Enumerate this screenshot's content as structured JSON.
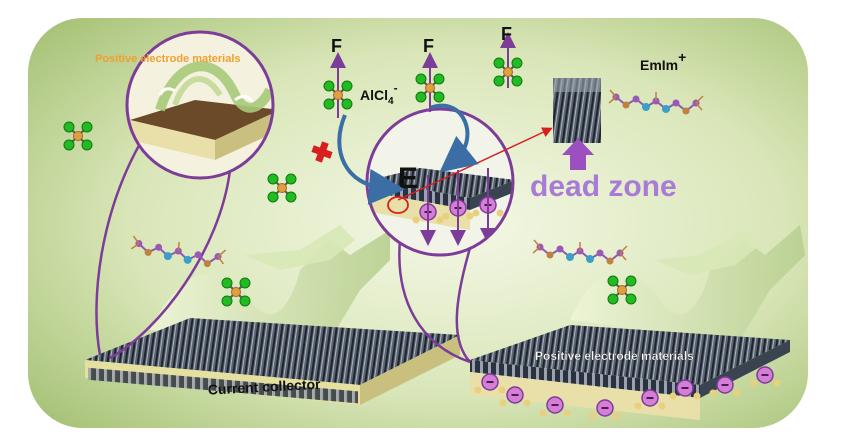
{
  "labels": {
    "positive_top": "Positive electrode materials",
    "positive_bottom": "Positive electrode materials",
    "current_collector": "Current collector",
    "dead_zone": "dead zone",
    "e_label": "E",
    "f1": "F",
    "f2": "F",
    "f3": "F",
    "alcl_base": "AlCl",
    "alcl_sub": "4",
    "alcl_sup": "-",
    "emim_base": "EmIm",
    "emim_sup": "+",
    "anion_minus": "-"
  },
  "colors": {
    "background": "#c2d59a",
    "purple": "#7d3c98",
    "dead_zone_text": "#a77bd6",
    "label_orange": "#f0a030",
    "cross_red": "#d81e1e",
    "arrow_blue": "#3a6ea5",
    "chlorine_green": "#22bb22",
    "aluminum_orange": "#e0a040"
  },
  "icons": [
    "alcl4-anion-icon",
    "emim-cation-icon",
    "red-cross-icon",
    "magnifier-circle-icon"
  ]
}
